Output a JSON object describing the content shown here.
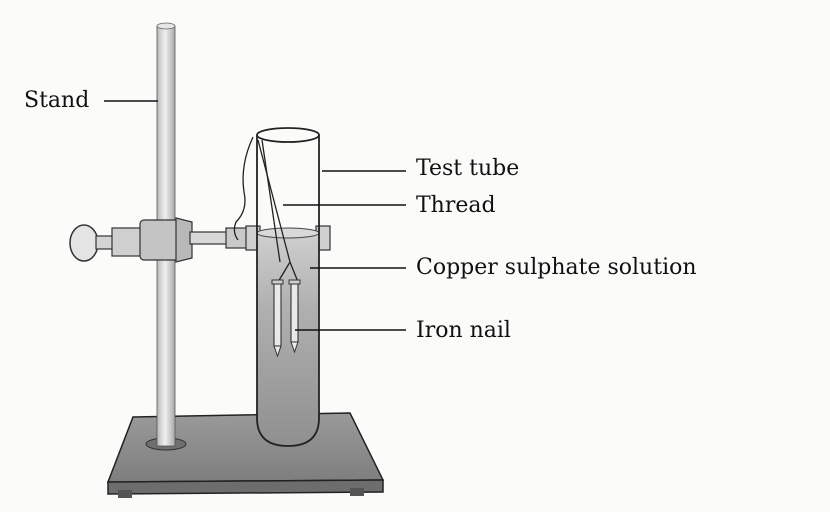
{
  "labels": {
    "stand": "Stand",
    "test_tube": "Test tube",
    "thread": "Thread",
    "copper_sulphate_solution": "Copper sulphate solution",
    "iron_nail": "Iron nail"
  },
  "colors": {
    "ink": "#111111",
    "paper": "#fbfbfa",
    "base": "#8e8e8e",
    "solution": "#a9a9a9",
    "rod": "#dcdcdc"
  }
}
